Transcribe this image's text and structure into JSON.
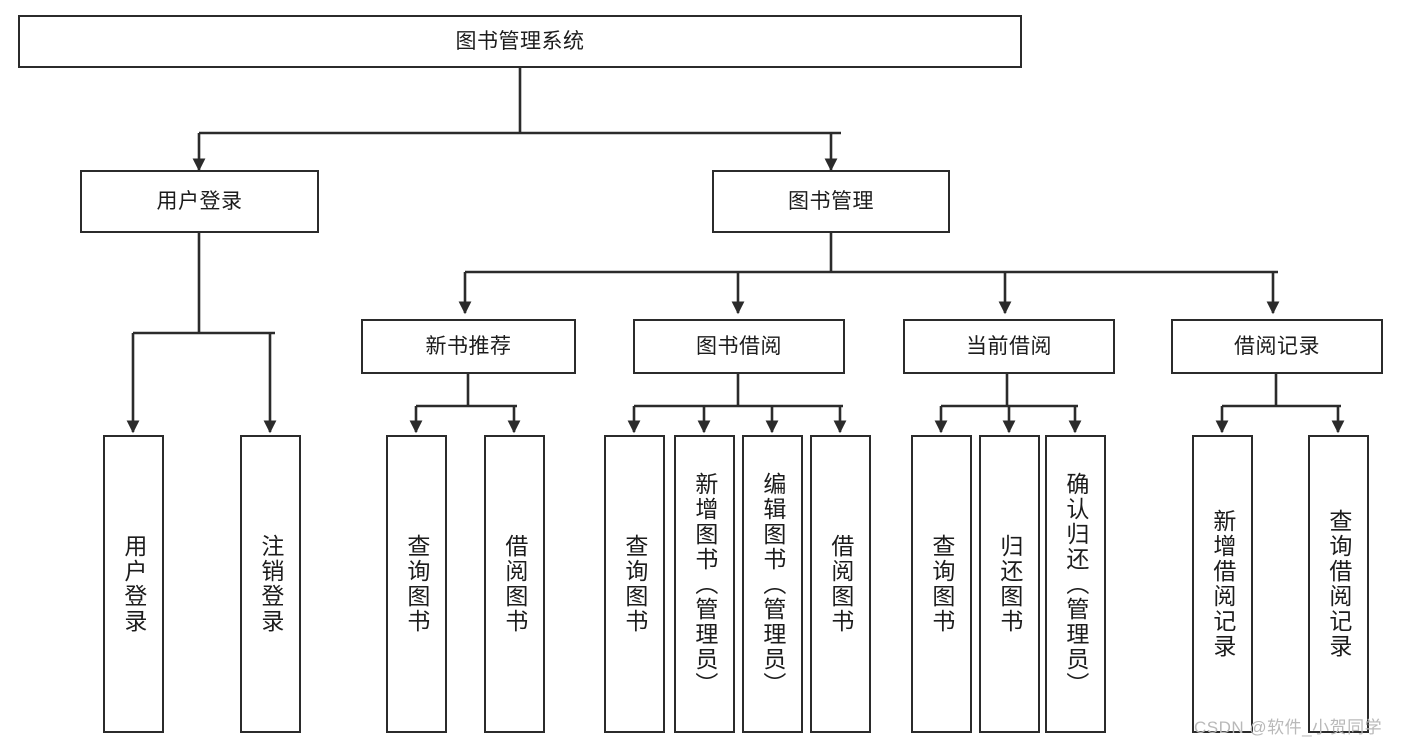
{
  "diagram": {
    "title": "图书管理系统",
    "type": "functional-hierarchy-tree",
    "watermark": "CSDN @软件_小贺同学",
    "colors": {
      "stroke": "#2b2b2b",
      "fill": "#ffffff",
      "text": "#1c1c1c",
      "watermark": "#b9b9b9"
    },
    "levels": {
      "root": {
        "label": "图书管理系统"
      },
      "level2": [
        {
          "label": "用户登录"
        },
        {
          "label": "图书管理"
        }
      ],
      "level3": [
        {
          "label": "新书推荐"
        },
        {
          "label": "图书借阅"
        },
        {
          "label": "当前借阅"
        },
        {
          "label": "借阅记录"
        }
      ],
      "leaves": {
        "user_login": [
          {
            "label": "用户登录"
          },
          {
            "label": "注销登录"
          }
        ],
        "new_book_recommend": [
          {
            "label": "查询图书"
          },
          {
            "label": "借阅图书"
          }
        ],
        "book_borrow": [
          {
            "label": "查询图书"
          },
          {
            "label": "新增图书（管理员）"
          },
          {
            "label": "编辑图书（管理员）"
          },
          {
            "label": "借阅图书"
          }
        ],
        "current_borrow": [
          {
            "label": "查询图书"
          },
          {
            "label": "归还图书"
          },
          {
            "label": "确认归还（管理员）"
          }
        ],
        "borrow_records": [
          {
            "label": "新增借阅记录"
          },
          {
            "label": "查询借阅记录"
          }
        ]
      }
    }
  }
}
